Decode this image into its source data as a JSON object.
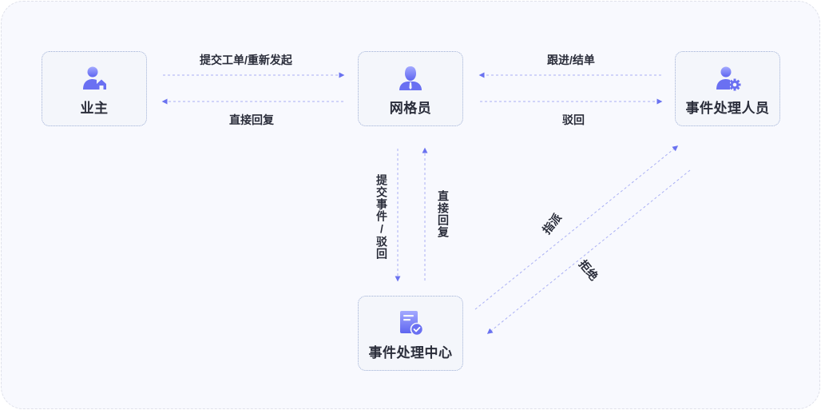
{
  "diagram": {
    "title": "事件处理流程",
    "colors": {
      "accent": "#6a72f0",
      "edge": "#aab0f4",
      "text": "#2a2d3a",
      "node_border": "#9fb0d6",
      "node_bg": "#f4f6fb",
      "canvas_bg": "#f8f9fe"
    },
    "nodes": [
      {
        "id": "owner",
        "label": "业主",
        "icon": "user-home-icon"
      },
      {
        "id": "grid",
        "label": "网格员",
        "icon": "staff-person-icon"
      },
      {
        "id": "handler",
        "label": "事件处理人员",
        "icon": "user-gear-icon"
      },
      {
        "id": "center",
        "label": "事件处理中心",
        "icon": "document-check-icon"
      }
    ],
    "edges": [
      {
        "from": "owner",
        "to": "grid",
        "label": "提交工单/重新发起"
      },
      {
        "from": "grid",
        "to": "owner",
        "label": "直接回复"
      },
      {
        "from": "handler",
        "to": "grid",
        "label": "跟进/结单"
      },
      {
        "from": "grid",
        "to": "handler",
        "label": "驳回"
      },
      {
        "from": "grid",
        "to": "center",
        "label": "提交事件/驳回"
      },
      {
        "from": "center",
        "to": "grid",
        "label": "直接回复"
      },
      {
        "from": "center",
        "to": "handler",
        "label": "指派"
      },
      {
        "from": "handler",
        "to": "center",
        "label": "拒绝"
      }
    ]
  }
}
